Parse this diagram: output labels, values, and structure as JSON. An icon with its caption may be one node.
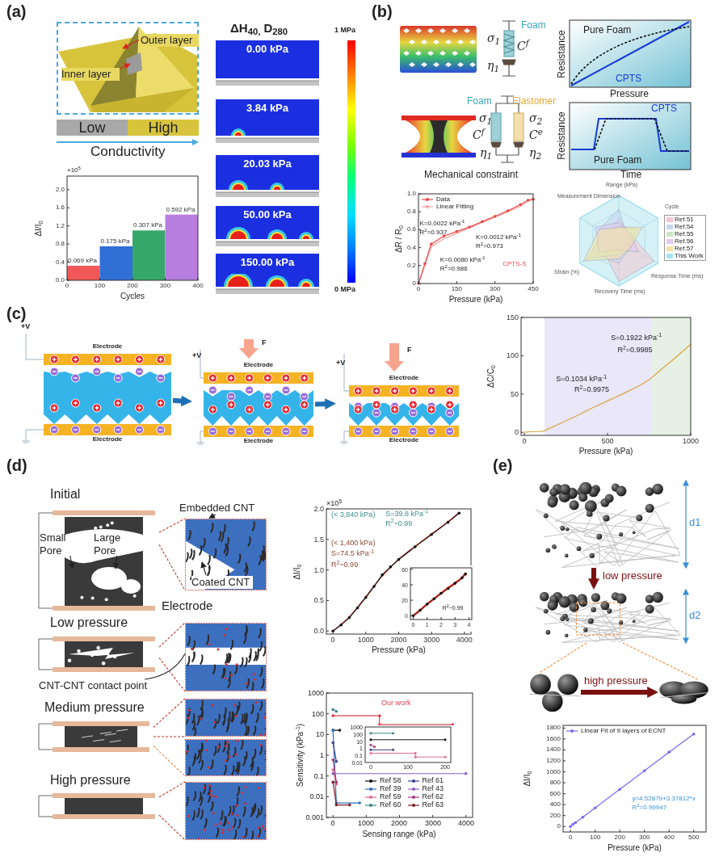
{
  "diagram": {
    "nodes": [
      {
        "text": [],
        "shape": "picture"
      },
      {
        "text": [
          "Outer layer"
        ],
        "in": 0
      },
      {
        "text": [
          "Inner layer"
        ],
        "in": 0
      },
      {
        "text": [
          "Low"
        ]
      },
      {
        "text": [
          "High"
        ]
      },
      {
        "text": [
          "0.00 kPa"
        ]
      },
      {
        "text": [
          "3.84 kPa"
        ]
      },
      {
        "text": [
          "20.03 kPa"
        ]
      },
      {
        "text": [
          "50.00 kPa"
        ]
      },
      {
        "text": [
          "150.00 kPa"
        ]
      },
      {
        "text": [
          "+V",
          "Electrode",
          "Electrode"
        ]
      },
      {
        "text": [
          "+V",
          "F",
          "Electrode",
          "Electrode"
        ]
      },
      {
        "text": [
          "+V",
          "F",
          "Electrode",
          "Electrode"
        ]
      },
      {
        "text": [],
        "shape": "picture",
        "beside": [
          "Initial"
        ]
      },
      {
        "text": [],
        "shape": "picture"
      },
      {
        "text": [
          "Embedded CNT"
        ]
      },
      {
        "text": [
          "Coated CNT"
        ],
        "in": 14
      },
      {
        "text": [
          "Small Pore"
        ]
      },
      {
        "text": [
          "Large Pore"
        ],
        "in": 13
      },
      {
        "text": [],
        "shape": "picture",
        "beside": [
          "Low pressure"
        ]
      },
      {
        "text": [],
        "shape": "picture"
      },
      {
        "text": [
          "CNT-CNT contact point"
        ]
      },
      {
        "text": [],
        "shape": "picture",
        "beside": [
          "Medium pressure"
        ]
      },
      {
        "text": [],
        "shape": "picture"
      },
      {
        "text": [],
        "shape": "picture"
      },
      {
        "text": [],
        "shape": "picture",
        "beside": [
          "High pressure"
        ]
      },
      {
        "text": [],
        "shape": "picture"
      },
      {
        "text": [],
        "shape": "picture",
        "beside": [
          "d1"
        ]
      },
      {
        "text": [],
        "shape": "picture",
        "beside": [
          "d2"
        ]
      },
      {
        "text": [],
        "shape": "picture"
      },
      {
        "text": [],
        "shape": "picture"
      }
    ],
    "edges": [
      {
        "from": 1,
        "to": null,
        "arrow": "to",
        "color": "#d7261e"
      },
      {
        "from": 2,
        "to": null,
        "arrow": "to",
        "color": "#d7261e"
      },
      {
        "from": 10,
        "to": 11,
        "arrow": "to",
        "style": "thick",
        "color": "#1f6fb5"
      },
      {
        "from": 11,
        "to": 12,
        "arrow": "to",
        "style": "thick",
        "color": "#1f6fb5"
      },
      {
        "from": 15,
        "to": 14,
        "arrow": "to"
      },
      {
        "from": 16,
        "to": null,
        "arrow": "to"
      },
      {
        "from": 17,
        "to": null,
        "arrow": "to"
      },
      {
        "from": 18,
        "to": null,
        "arrow": "to"
      },
      {
        "from": 13,
        "to": 14,
        "arrow": "none",
        "style": "dashed",
        "color": "#c0392b"
      },
      {
        "from": 21,
        "to": 20,
        "arrow": "none"
      },
      {
        "from": 19,
        "to": 20,
        "arrow": "none",
        "style": "dashed",
        "color": "#c0392b"
      },
      {
        "from": 22,
        "to": 23,
        "arrow": "none",
        "style": "dashed",
        "color": "#c0392b"
      },
      {
        "from": 22,
        "to": 24,
        "arrow": "none",
        "style": "dashed",
        "color": "#e08a4a"
      },
      {
        "from": 25,
        "to": 26,
        "arrow": "none",
        "style": "dashed",
        "color": "#c0392b"
      },
      {
        "from": 27,
        "to": 28,
        "arrow": "to",
        "style": "thick",
        "color": "#7a1010",
        "label": "low pressure"
      },
      {
        "from": 28,
        "to": 29,
        "arrow": "none",
        "style": "dashed",
        "color": "#f08a3c"
      },
      {
        "from": 28,
        "to": 30,
        "arrow": "none",
        "style": "dashed",
        "color": "#f08a3c"
      },
      {
        "from": 29,
        "to": 30,
        "arrow": "to",
        "style": "thick",
        "color": "#7a1010",
        "label": "high pressure"
      }
    ],
    "labels": [
      "(a)",
      "ΔH$_{40,}$ D$_{280}$",
      "1 MPa",
      "0 MPa",
      "Conductivity",
      "(b)",
      "Foam",
      "σ$_{1}$",
      "C$^{f}$",
      "η$_{1}$",
      "Foam",
      "Elastomer",
      "σ$_{1}$",
      "σ$_{2}$",
      "C$^{f}$",
      "C$^{e}$",
      "η$_{1}$",
      "η$_{2}$",
      "Mechanical constraint",
      "Resistance",
      "Pure Foam",
      "CPTS",
      "Pressure",
      "Resistance",
      "CPTS",
      "Pure Foam",
      "Time",
      "Range (kPa)",
      "Cycle",
      "Response Time (ms)",
      "Recovery Time (ms)",
      "Strain (%)",
      "Measurement Dimension",
      "(c)",
      "(d)",
      "Electrode",
      "(e)",
      "1000",
      "100",
      "10",
      "1",
      "0.1",
      "0.01",
      "0.001",
      "0",
      "1000",
      "2000",
      "3000",
      "4000",
      "Sensing range (kPa)",
      "Sensitivity (kPa$^{-1}$)",
      "Our work",
      "1000",
      "100",
      "10",
      "1",
      "0.1",
      "0.01",
      "0",
      "100",
      "200"
    ],
    "legend": [
      {
        "text": "Ref.51",
        "color": "#f4c6d0"
      },
      {
        "text": "Ref.54",
        "color": "#c9d3f0"
      },
      {
        "text": "Ref.55",
        "color": "#cfe6c4"
      },
      {
        "text": "Ref.56",
        "color": "#e2c9ef"
      },
      {
        "text": "Ref.57",
        "color": "#f5e3a3"
      },
      {
        "text": "This Work",
        "color": "#a6e3ef"
      },
      {
        "text": "Ref 58"
      },
      {
        "text": "Ref 61"
      },
      {
        "text": "Ref 39"
      },
      {
        "text": "Ref 43"
      },
      {
        "text": "Ref 59"
      },
      {
        "text": "Ref 62"
      },
      {
        "text": "Ref 60"
      },
      {
        "text": "Ref 63"
      }
    ],
    "chart_data": [
      {
        "type": "bar",
        "xlabel": "Cycles",
        "ylabel": "ΔI/I$_{0}$",
        "x": [
          50,
          150,
          250,
          350
        ],
        "xlim": [
          0,
          400
        ],
        "ylim": [
          0,
          2.3
        ],
        "xticks": [
          0,
          100,
          200,
          300,
          400
        ],
        "yticks": [
          {
            "value": 0,
            "label": "0.0"
          },
          {
            "value": 0.4,
            "label": "0.4"
          },
          {
            "value": 0.8,
            "label": "0.8"
          },
          {
            "value": 1.2,
            "label": "1.2"
          },
          {
            "value": 1.6,
            "label": "1.6"
          },
          {
            "value": 2,
            "label": "2.0"
          }
        ],
        "stacked": true,
        "series": [
          {
            "color": "#f25757",
            "values": [
              0.32,
              null,
              null,
              null
            ]
          },
          {
            "color": "#2f6fd6",
            "values": [
              null,
              0.75,
              null,
              null
            ]
          },
          {
            "color": "#36a86a",
            "values": [
              null,
              null,
              1.1,
              null
            ]
          },
          {
            "color": "#b77ee0",
            "values": [
              null,
              null,
              null,
              1.45
            ]
          }
        ],
        "value_labels": [
          "0.069 kPa",
          "0.175 kPa",
          "0.307 kPa",
          "0.592 kPa"
        ],
        "annotations": [
          "×10$^{5}$"
        ]
      },
      {
        "type": "line",
        "xlabel": "Pressure (kPa)",
        "ylabel": "ΔR / R$_{0}$",
        "x": [
          0,
          25,
          50,
          100,
          150,
          200,
          250,
          300,
          350,
          400,
          430,
          450
        ],
        "xlim": [
          0,
          450
        ],
        "ylim": [
          0,
          1
        ],
        "xticks": [
          0,
          150,
          300,
          450
        ],
        "yticks": [
          0,
          0.2,
          0.4,
          0.6,
          0.8,
          {
            "value": 1,
            "label": "1.0"
          }
        ],
        "legend": "upper left",
        "series": [
          {
            "name": "Data",
            "color": "#e84a4a",
            "values": [
              0,
              0.22,
              0.44,
              0.53,
              0.58,
              0.63,
              0.69,
              0.75,
              0.81,
              0.88,
              0.93,
              0.94
            ]
          },
          {
            "name": "Linear Fitting",
            "color": "#f5a3a3",
            "values": [
              0,
              0.2,
              0.41,
              0.5,
              0.56,
              0.62,
              0.68,
              0.74,
              0.8,
              0.86,
              0.92,
              0.94
            ]
          }
        ],
        "annotations": [
          "K=0.0022 kPa$^{-1}$",
          "R$^{2}$=0.937",
          "K=0.0012 kPa$^{-1}$",
          "R$^{2}$=0.973",
          "K=0.0080 kPa$^{-1}$",
          "R$^{2}$=0.986",
          "CPTS-S"
        ]
      },
      {
        "type": "line",
        "xlabel": "Pressure (kPa)",
        "ylabel": "ΔC/C$_{0}$",
        "x": [
          0,
          50,
          100,
          120,
          200,
          300,
          400,
          500,
          600,
          700,
          760,
          800,
          900,
          1000
        ],
        "xlim": [
          -20,
          1000
        ],
        "ylim": [
          -4,
          150
        ],
        "xticks": [
          0,
          500,
          1000
        ],
        "yticks": [
          0,
          50,
          100,
          150
        ],
        "series": [
          {
            "color": "#d9a441",
            "values": [
              0,
              1,
              1,
              2,
              10,
              20,
              31,
              41,
              51,
              62,
              70,
              78,
              96,
              115
            ]
          }
        ],
        "annotations": [
          "S=0.1034 kPa$^{-1}$",
          "R$^{2}$=0.9975",
          "S=0.1922 kPa$^{-1}$",
          "R$^{2}$=0.9985"
        ]
      },
      {
        "type": "line",
        "xlabel": "Pressure (kPa)",
        "ylabel": "ΔI/I$_{0}$",
        "x": [
          0,
          250,
          500,
          750,
          1000,
          1250,
          1500,
          1750,
          2000,
          2500,
          3000,
          3500,
          3840
        ],
        "xlim": [
          -200,
          4200
        ],
        "ylim": [
          -0.05,
          2
        ],
        "xticks": [
          0,
          1000,
          2000,
          3000,
          4000
        ],
        "yticks": [
          {
            "value": 0,
            "label": "0.0"
          },
          {
            "value": 0.5,
            "label": "0.5"
          },
          {
            "value": 1,
            "label": "1.0"
          },
          {
            "value": 1.5,
            "label": "1.5"
          },
          {
            "value": 2,
            "label": "2.0"
          }
        ],
        "series": [
          {
            "color": "#111111",
            "values": [
              0,
              0.1,
              0.22,
              0.38,
              0.55,
              0.73,
              0.92,
              1.05,
              1.17,
              1.38,
              1.58,
              1.78,
              1.93
            ]
          },
          {
            "color": "#e8392f",
            "values": [
              0,
              0.11,
              0.23,
              0.39,
              0.56,
              0.74,
              0.9,
              1.04,
              1.18,
              1.39,
              1.59,
              1.79,
              1.94
            ]
          }
        ],
        "annotations": [
          "×10$^{5}$",
          "(< 3,840 kPa)",
          "S=39.8 kPa$^{-1}$",
          "R$^{2}$~0.99",
          "(< 1,400 kPa)",
          "S=74.5 kPa$^{-1}$",
          "R$^{2}$~0.99"
        ]
      },
      {
        "type": "line",
        "x": [
          0,
          0.5,
          1,
          1.5,
          2,
          2.5,
          3,
          3.5,
          3.75
        ],
        "xlim": [
          -0.2,
          4.2
        ],
        "ylim": [
          -5,
          62
        ],
        "xticks": [
          0,
          1,
          2,
          3,
          4
        ],
        "yticks": [
          0,
          20,
          40,
          60
        ],
        "series": [
          {
            "color": "#111111",
            "values": [
              0,
              7,
              15,
              22,
              29,
              35,
              42,
              49,
              54
            ]
          },
          {
            "color": "#e8392f",
            "values": [
              0,
              7,
              15,
              22,
              29,
              36,
              42,
              49,
              55
            ]
          }
        ],
        "annotations": [
          "R$^{2}$~0.99"
        ]
      },
      {
        "type": "line",
        "xlabel": "Pressure (kPa)",
        "ylabel": "ΔI/I$_{0}$",
        "x": [
          0,
          10,
          20,
          50,
          100,
          200,
          300,
          400,
          500
        ],
        "xlim": [
          -30,
          550
        ],
        "ylim": [
          -100,
          1850
        ],
        "xticks": [
          0,
          100,
          200,
          300,
          400,
          500
        ],
        "yticks": [
          0,
          200,
          400,
          600,
          800,
          1000,
          1200,
          1400,
          1600,
          1800
        ],
        "legend": "upper left",
        "series": [
          {
            "name": "Linear Fit of 9 layers of ECNT",
            "color": "#7b68ee",
            "values": [
              0,
              40,
              70,
              170,
              340,
              680,
              1020,
              1360,
              1690
            ]
          }
        ],
        "annotations": [
          "y=4.52879+3.37812*x",
          "R$^{2}$=0.99947"
        ]
      }
    ]
  }
}
